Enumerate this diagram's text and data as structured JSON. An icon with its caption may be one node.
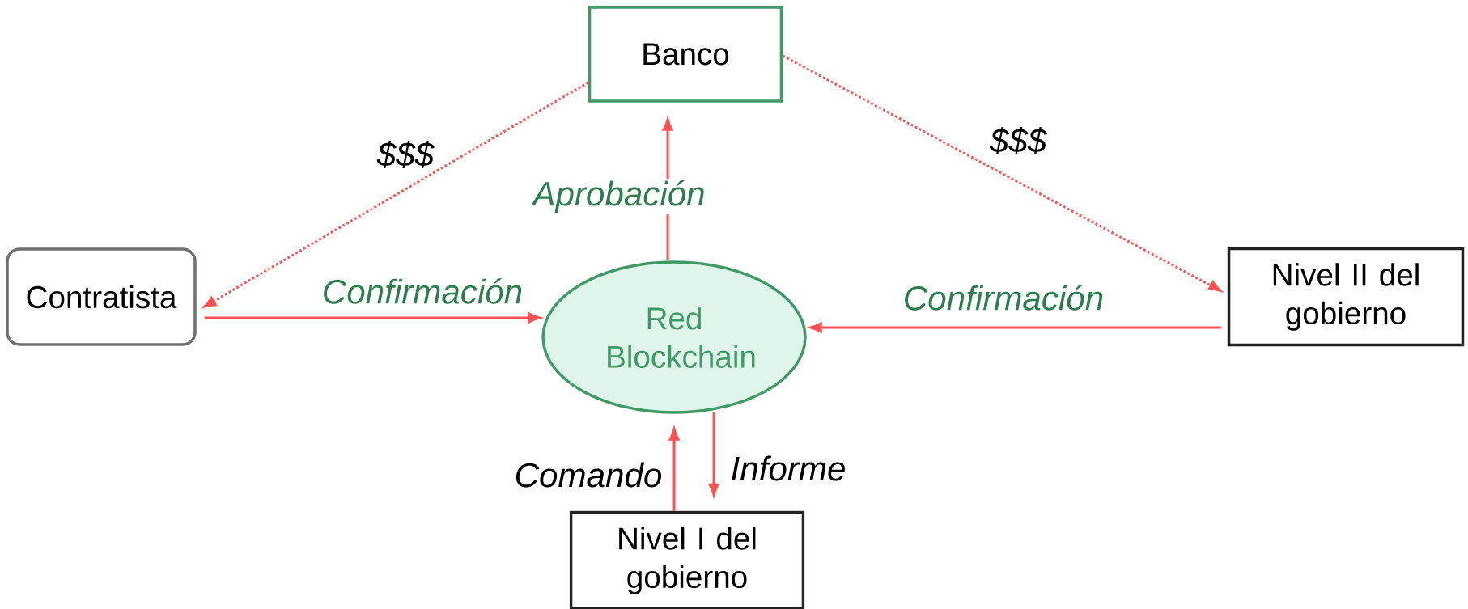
{
  "diagram": {
    "nodes": [
      {
        "text": [
          "Banco"
        ]
      },
      {
        "text": [
          "Contratista"
        ]
      },
      {
        "text": [
          "Red Blockchain"
        ]
      },
      {
        "text": [
          "Nivel II del gobierno"
        ]
      },
      {
        "text": [
          "Nivel I del gobierno"
        ]
      }
    ],
    "edges": [
      {
        "from": 0,
        "to": 1,
        "arrow": "to",
        "label": "$$$",
        "style": "dashed"
      },
      {
        "from": 0,
        "to": 3,
        "arrow": "to",
        "label": "$$$",
        "style": "dashed"
      },
      {
        "from": 2,
        "to": 0,
        "arrow": "to",
        "label": "Aprobación"
      },
      {
        "from": 1,
        "to": 2,
        "arrow": "to",
        "label": "Confirmación"
      },
      {
        "from": 3,
        "to": 2,
        "arrow": "to",
        "label": "Confirmación"
      },
      {
        "from": 4,
        "to": 2,
        "arrow": "to",
        "label": "Comando"
      },
      {
        "from": 2,
        "to": 4,
        "arrow": "to",
        "label": "Informe"
      }
    ]
  }
}
